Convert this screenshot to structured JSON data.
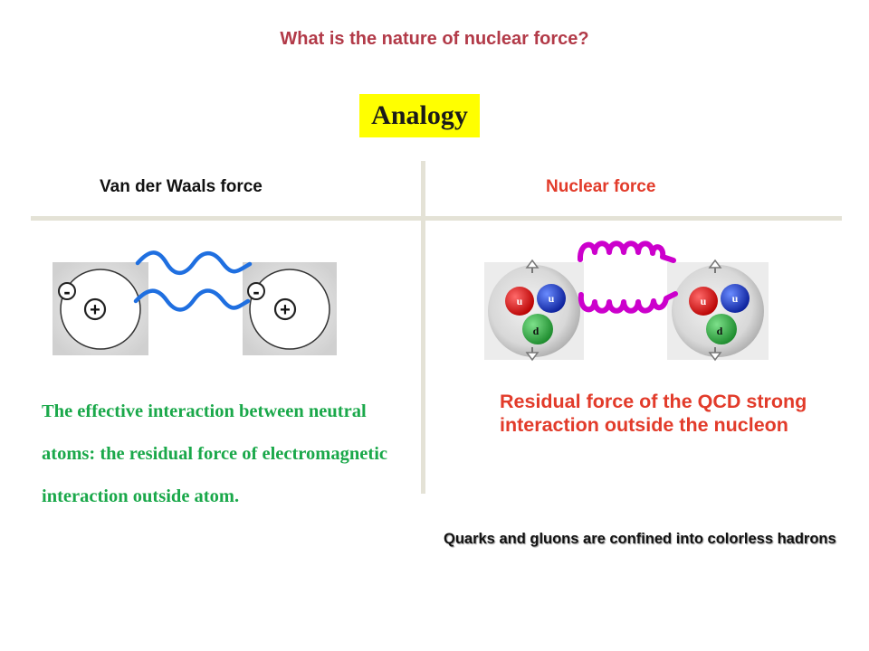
{
  "title": "What is the nature of nuclear force?",
  "badge": "Analogy",
  "left": {
    "heading": "Van der Waals force",
    "atom_plus": "+",
    "atom_minus": "-",
    "description": "The effective interaction between neutral atoms: the residual force of electromagnetic interaction outside atom."
  },
  "right": {
    "heading": "Nuclear  force",
    "quark_up": "u",
    "quark_down": "d",
    "description": "Residual force of the QCD strong interaction outside the nucleon",
    "note": "Quarks and gluons are confined into colorless hadrons"
  },
  "colors": {
    "title": "#b23a48",
    "badge_bg": "#ffff00",
    "photon": "#1f6fe0",
    "gluon": "#cc00cc",
    "left_text": "#1aa84a",
    "right_text": "#e23b2a"
  }
}
